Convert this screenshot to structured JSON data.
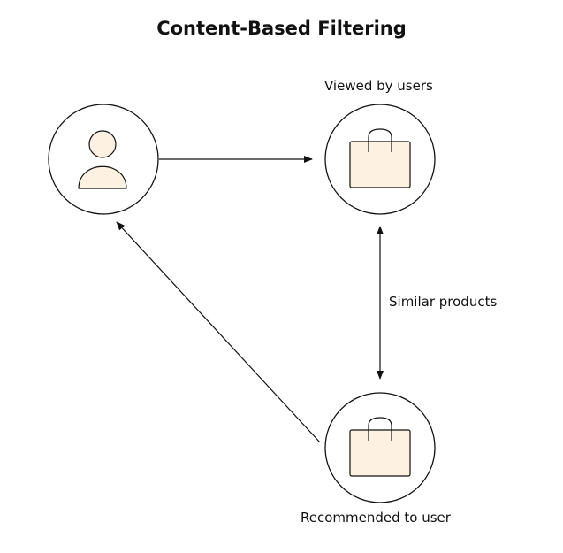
{
  "diagram": {
    "title": "Content-Based Filtering",
    "labels": {
      "viewed": "Viewed by users",
      "similar": "Similar products",
      "recommended": "Recommended to user"
    },
    "nodes": [
      {
        "id": "user",
        "icon": "user-icon"
      },
      {
        "id": "viewed-product",
        "icon": "shopping-bag-icon"
      },
      {
        "id": "recommended-product",
        "icon": "shopping-bag-icon"
      }
    ],
    "edges": [
      {
        "from": "user",
        "to": "viewed-product",
        "direction": "forward"
      },
      {
        "from": "viewed-product",
        "to": "recommended-product",
        "direction": "both"
      },
      {
        "from": "recommended-product",
        "to": "user",
        "direction": "forward"
      }
    ],
    "colors": {
      "stroke": "#111111",
      "icon_fill": "#fdf2e1",
      "background": "#ffffff"
    }
  }
}
